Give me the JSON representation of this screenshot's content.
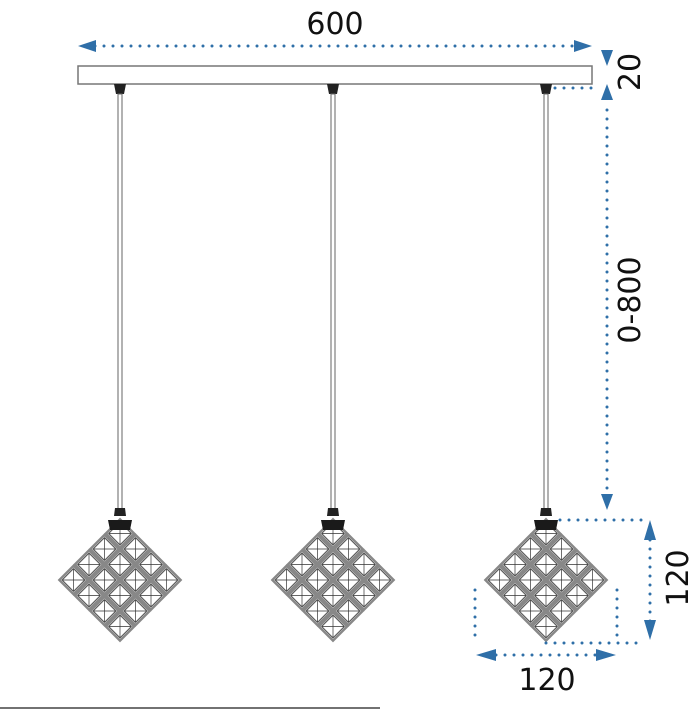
{
  "dimensions": {
    "width": "600",
    "canopy_height": "20",
    "cable_length": "0-800",
    "shade_height": "120",
    "shade_width": "120"
  },
  "pendant_count": 3,
  "colors": {
    "dimension_line": "#2f6fa8",
    "outline": "#555555",
    "text": "#111111"
  }
}
